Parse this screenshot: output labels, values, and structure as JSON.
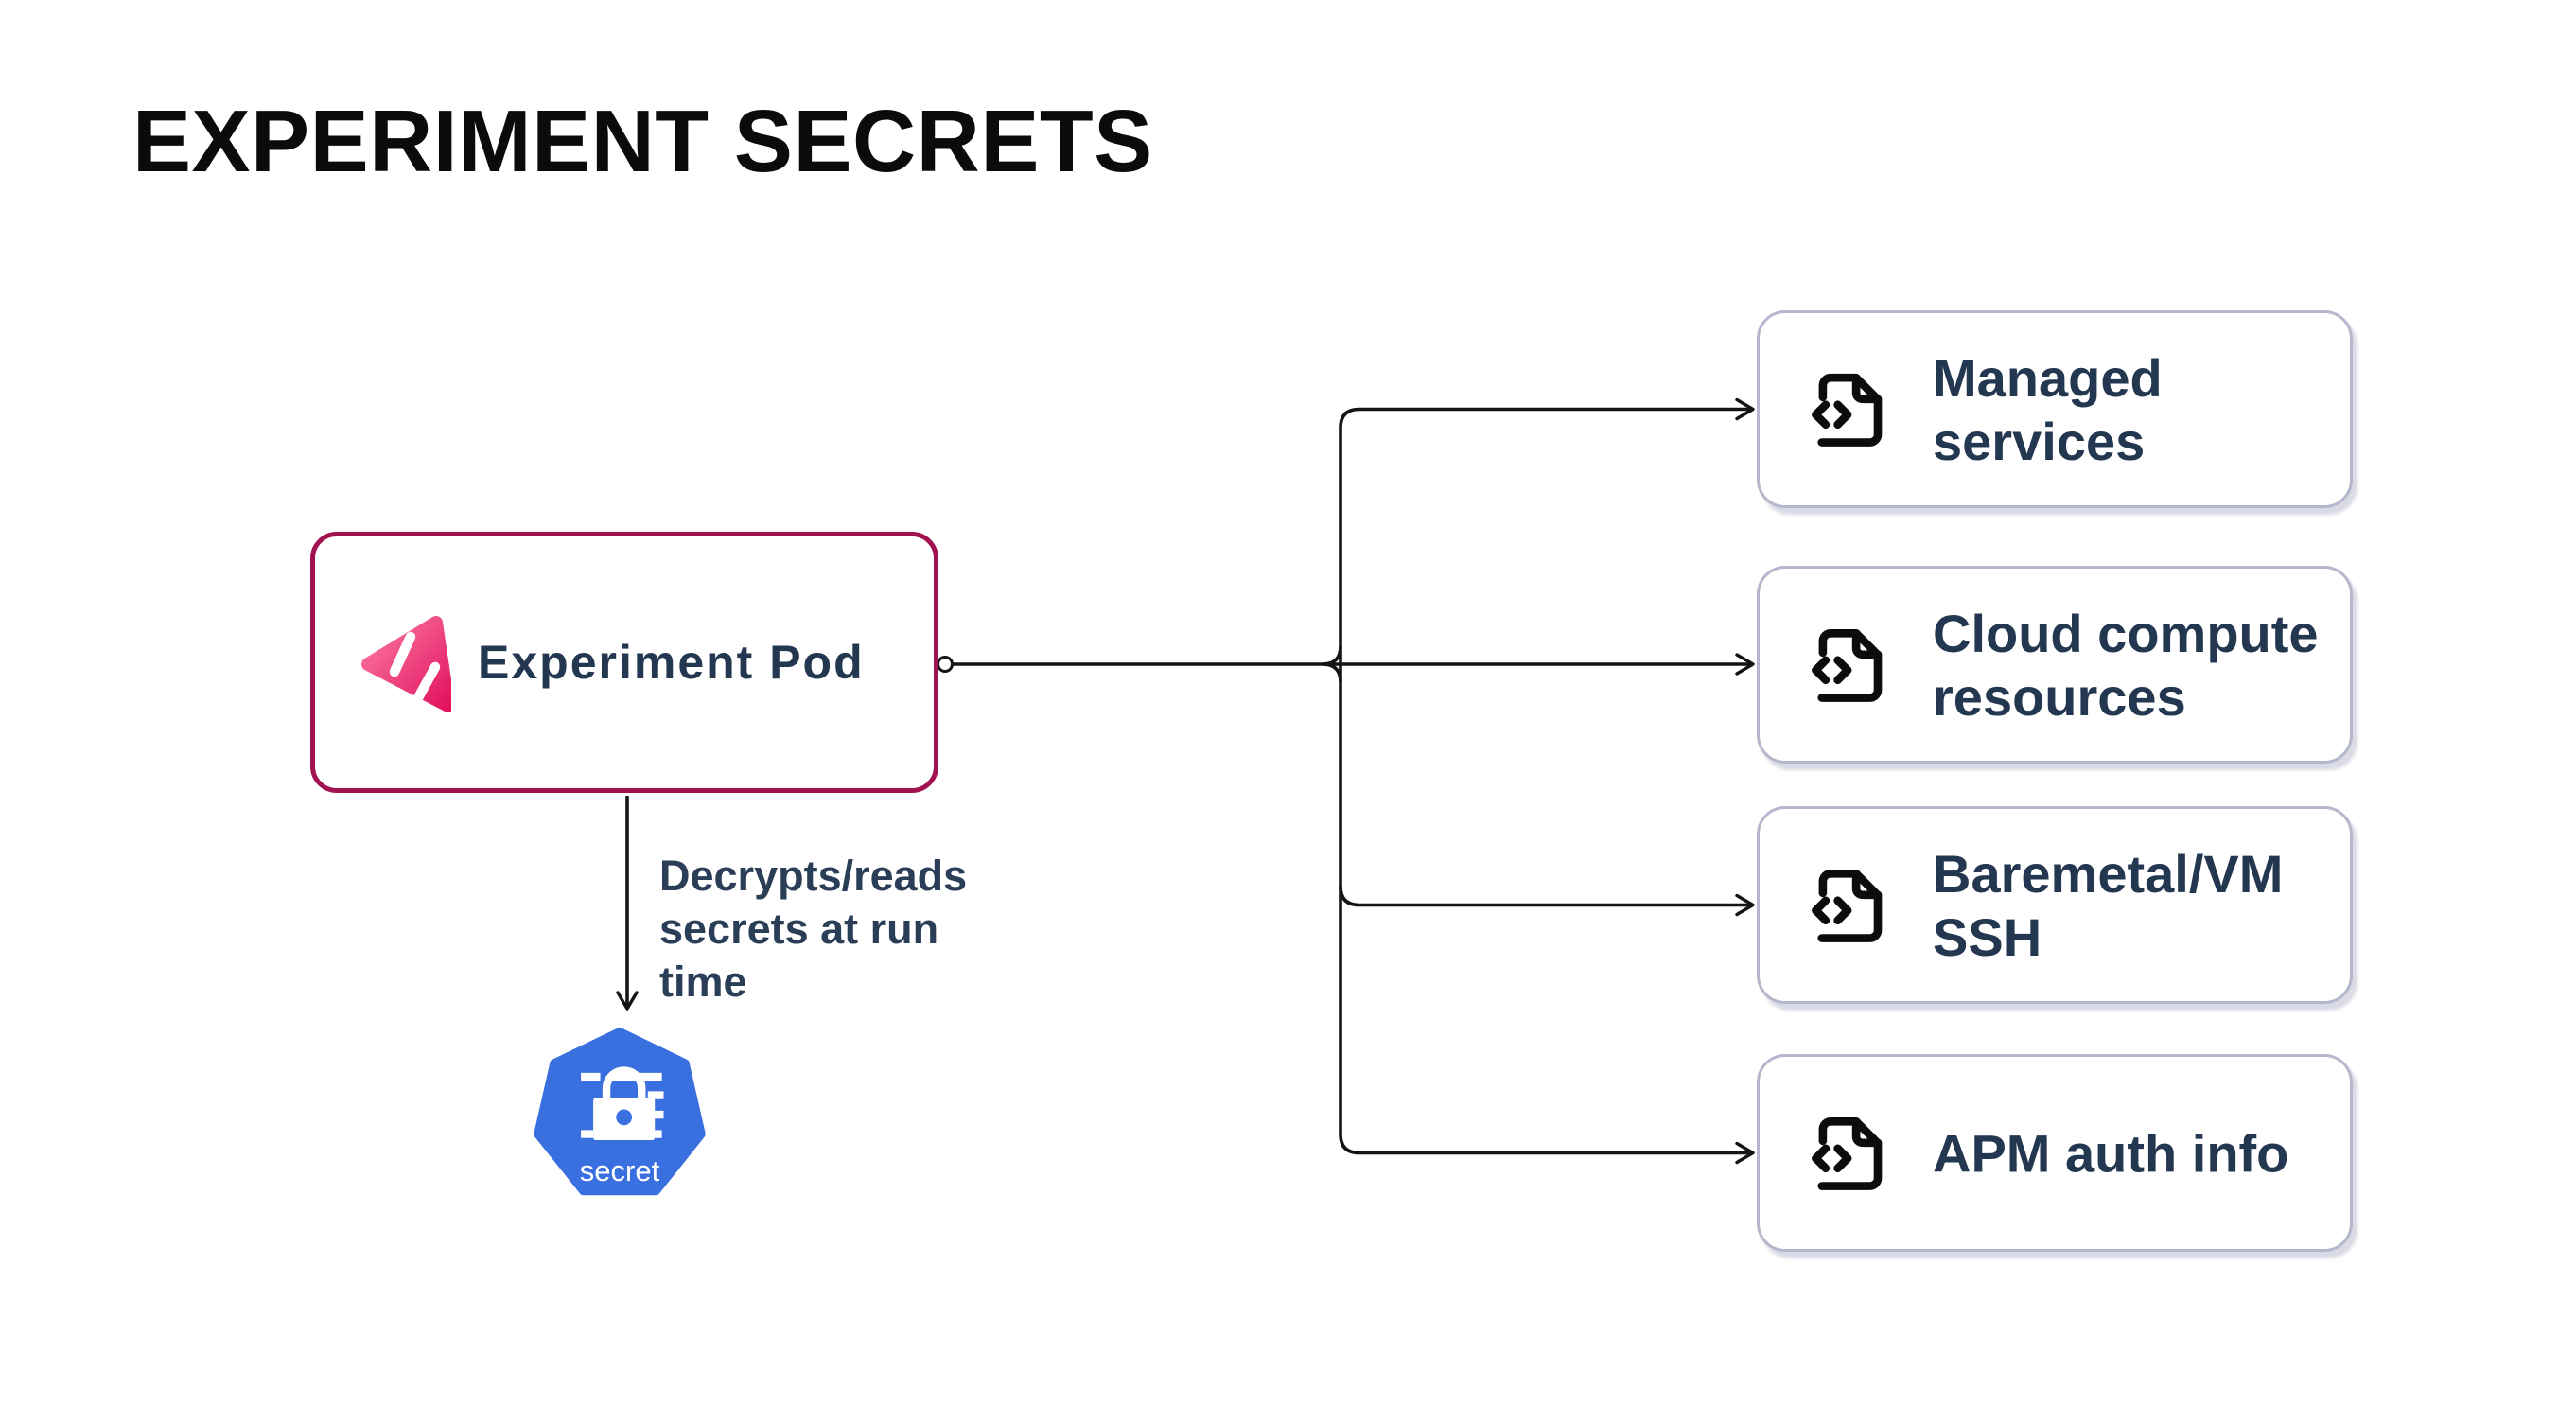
{
  "title": "EXPERIMENT SECRETS",
  "pod": {
    "label": "Experiment Pod"
  },
  "annotation": {
    "text": "Decrypts/reads secrets at run time"
  },
  "secret": {
    "label": "secret"
  },
  "targets": [
    {
      "label": "Managed services"
    },
    {
      "label": "Cloud compute resources"
    },
    {
      "label": "Baremetal/VM SSH"
    },
    {
      "label": "APM auth info"
    }
  ],
  "icons": {
    "pod_logo": "experiment-pod-logo-icon",
    "target_icon": "file-code-icon",
    "secret_icon": "kubernetes-secret-lock-icon"
  },
  "colors": {
    "pod-border": "#A01350",
    "box-border": "#b5b7cc",
    "text-navy": "#233750",
    "line": "#141414",
    "k8s-blue": "#3a6fe0",
    "logo-pink-light": "#FB79A4",
    "logo-pink-dark": "#E2135F"
  }
}
